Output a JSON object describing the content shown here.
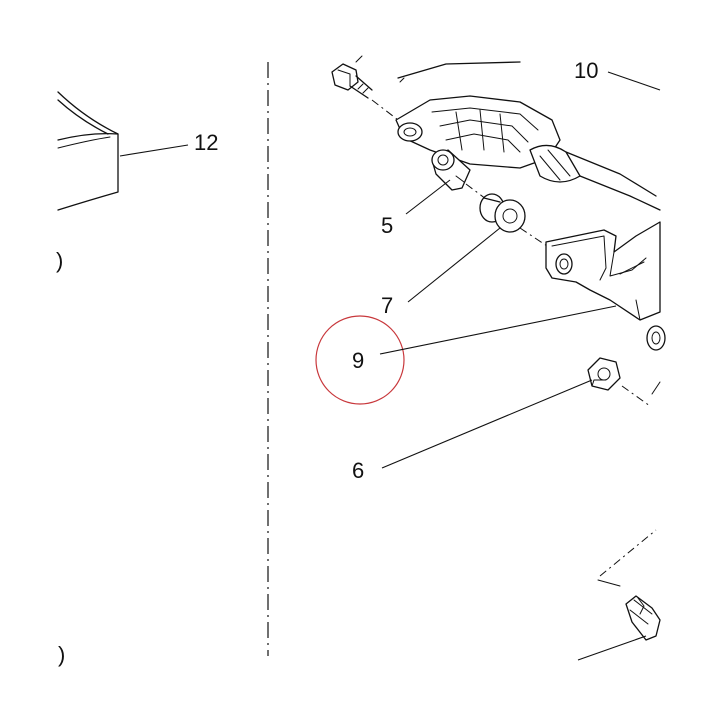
{
  "diagram": {
    "callouts": [
      {
        "id": "12",
        "text": "12"
      },
      {
        "id": "10",
        "text": "10"
      },
      {
        "id": "5",
        "text": "5"
      },
      {
        "id": "7",
        "text": "7"
      },
      {
        "id": "9",
        "text": "9"
      },
      {
        "id": "6",
        "text": "6"
      }
    ],
    "edge_glyphs": {
      "left_mid": ")",
      "left_bottom": ")"
    },
    "highlight_color": "#c8383c"
  }
}
